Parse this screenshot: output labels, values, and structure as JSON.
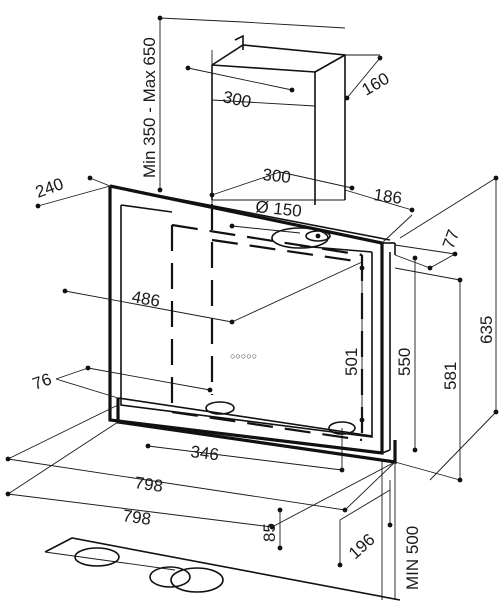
{
  "diagram": {
    "dimensions": {
      "chimney_height": "Min 350 - Max 650",
      "chimney_width": "300",
      "chimney_depth": "160",
      "top_width": "300",
      "top_depth": "186",
      "side_depth": "240",
      "outlet_diameter": "Ø 150",
      "edge_offset": "77",
      "inner_width": "486",
      "panel_height_inner": "501",
      "panel_height": "550",
      "front_height": "581",
      "total_height": "635",
      "side_offset": "76",
      "base_width": "346",
      "hood_width_top": "798",
      "hood_width_bottom": "798",
      "bottom_gap": "85",
      "rear_depth": "196",
      "min_clearance": "MIN 500"
    },
    "controls_indicator": "○○○○○"
  }
}
